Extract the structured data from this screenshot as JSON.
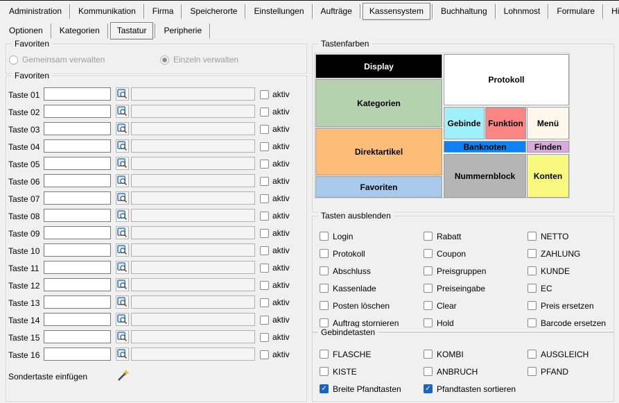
{
  "main_tabs": {
    "items": [
      "Administration",
      "Kommunikation",
      "Firma",
      "Speicherorte",
      "Einstellungen",
      "Aufträge",
      "Kassensystem",
      "Buchhaltung",
      "Lohnmost",
      "Formulare",
      "Hilfstabellen"
    ],
    "selected": "Kassensystem"
  },
  "sub_tabs": {
    "items": [
      "Optionen",
      "Kategorien",
      "Tastatur",
      "Peripherie"
    ],
    "selected": "Tastatur"
  },
  "favorites_mode": {
    "title": "Favoriten",
    "options": [
      {
        "label": "Gemeinsam verwalten",
        "selected": false,
        "disabled": true
      },
      {
        "label": "Einzeln verwalten",
        "selected": true,
        "disabled": true
      }
    ]
  },
  "favorites": {
    "title": "Favoriten",
    "aktiv_label": "aktiv",
    "rows": [
      {
        "label": "Taste 01",
        "value": "",
        "resolved": "",
        "aktiv": false
      },
      {
        "label": "Taste 02",
        "value": "",
        "resolved": "",
        "aktiv": false
      },
      {
        "label": "Taste 03",
        "value": "",
        "resolved": "",
        "aktiv": false
      },
      {
        "label": "Taste 04",
        "value": "",
        "resolved": "",
        "aktiv": false
      },
      {
        "label": "Taste 05",
        "value": "",
        "resolved": "",
        "aktiv": false
      },
      {
        "label": "Taste 06",
        "value": "",
        "resolved": "",
        "aktiv": false
      },
      {
        "label": "Taste 07",
        "value": "",
        "resolved": "",
        "aktiv": false
      },
      {
        "label": "Taste 08",
        "value": "",
        "resolved": "",
        "aktiv": false
      },
      {
        "label": "Taste 09",
        "value": "",
        "resolved": "",
        "aktiv": false
      },
      {
        "label": "Taste 10",
        "value": "",
        "resolved": "",
        "aktiv": false
      },
      {
        "label": "Taste 11",
        "value": "",
        "resolved": "",
        "aktiv": false
      },
      {
        "label": "Taste 12",
        "value": "",
        "resolved": "",
        "aktiv": false
      },
      {
        "label": "Taste 13",
        "value": "",
        "resolved": "",
        "aktiv": false
      },
      {
        "label": "Taste 14",
        "value": "",
        "resolved": "",
        "aktiv": false
      },
      {
        "label": "Taste 15",
        "value": "",
        "resolved": "",
        "aktiv": false
      },
      {
        "label": "Taste 16",
        "value": "",
        "resolved": "",
        "aktiv": false
      }
    ],
    "special_button": {
      "label": "Sondertaste einfügen",
      "icon": "magic-wand-icon"
    }
  },
  "key_colors": {
    "title": "Tastenfarben",
    "keys": [
      {
        "id": "display",
        "label": "Display",
        "bg": "#000000",
        "fg": "#ffffff"
      },
      {
        "id": "kategorien",
        "label": "Kategorien",
        "bg": "#b5d2ae",
        "fg": "#000000"
      },
      {
        "id": "direktartikel",
        "label": "Direktartikel",
        "bg": "#fbbd77",
        "fg": "#000000"
      },
      {
        "id": "favoriten",
        "label": "Favoriten",
        "bg": "#a6c9ec",
        "fg": "#000000"
      },
      {
        "id": "protokoll",
        "label": "Protokoll",
        "bg": "#ffffff",
        "fg": "#000000"
      },
      {
        "id": "gebinde",
        "label": "Gebinde",
        "bg": "#9ff0fa",
        "fg": "#000000"
      },
      {
        "id": "funktion",
        "label": "Funktion",
        "bg": "#f98585",
        "fg": "#000000"
      },
      {
        "id": "menu",
        "label": "Menü",
        "bg": "#fdf8eb",
        "fg": "#000000"
      },
      {
        "id": "banknoten",
        "label": "Banknoten",
        "bg": "#0e82f2",
        "fg": "#000000"
      },
      {
        "id": "finden",
        "label": "Finden",
        "bg": "#d9abdc",
        "fg": "#000000"
      },
      {
        "id": "nummernblock",
        "label": "Nummernblock",
        "bg": "#b5b5b5",
        "fg": "#000000"
      },
      {
        "id": "konten",
        "label": "Konten",
        "bg": "#f8f87e",
        "fg": "#000000"
      }
    ]
  },
  "hide_keys": {
    "title": "Tasten ausblenden",
    "columns": [
      [
        "Login",
        "Protokoll",
        "Abschluss",
        "Kassenlade",
        "Posten löschen",
        "Auftrag stornieren"
      ],
      [
        "Rabatt",
        "Coupon",
        "Preisgruppen",
        "Preiseingabe",
        "Clear",
        "Hold"
      ],
      [
        "NETTO",
        "ZAHLUNG",
        "KUNDE",
        "EC",
        "Preis ersetzen",
        "Barcode ersetzen"
      ]
    ]
  },
  "container_keys": {
    "title": "Gebindetasten",
    "columns": [
      [
        "FLASCHE",
        "KISTE"
      ],
      [
        "KOMBI",
        "ANBRUCH"
      ],
      [
        "AUSGLEICH",
        "PFAND"
      ]
    ],
    "checked_options": [
      "Breite Pfandtasten",
      "Pfandtasten sortieren"
    ],
    "checked_color": "#1b63bc",
    "check_glyph": "✓"
  }
}
